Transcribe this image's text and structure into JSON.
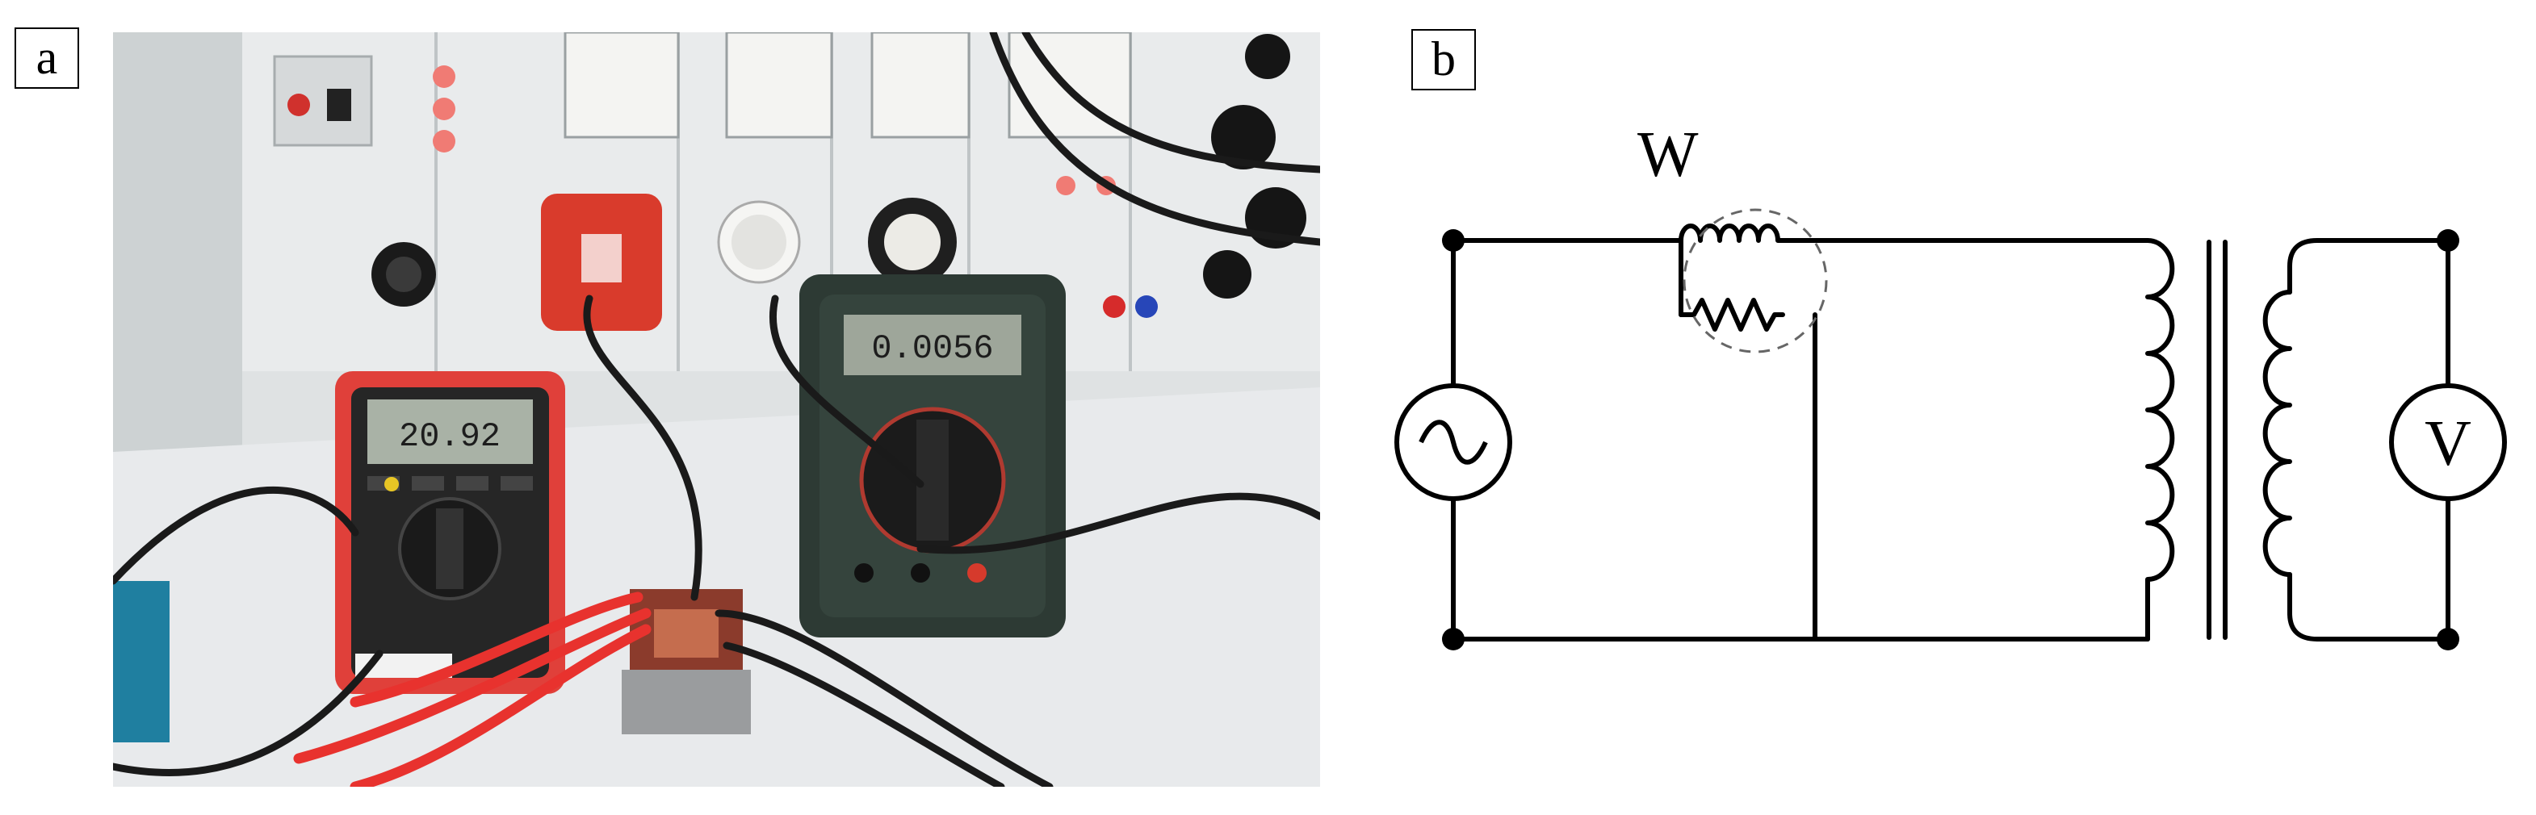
{
  "panels": {
    "a": {
      "label": "a"
    },
    "b": {
      "label": "b"
    }
  },
  "schematic": {
    "wattmeter_label": "W",
    "voltmeter_label": "V"
  },
  "photo": {
    "meter_right_reading": "0.0056",
    "meter_left_reading": "20.92"
  },
  "colors": {
    "meter_red": "#e0403a",
    "meter_green": "#2d3a34",
    "panel_gray": "#e6e8e9",
    "lead_red": "#e8322e",
    "socket_red": "#d93b2c"
  }
}
